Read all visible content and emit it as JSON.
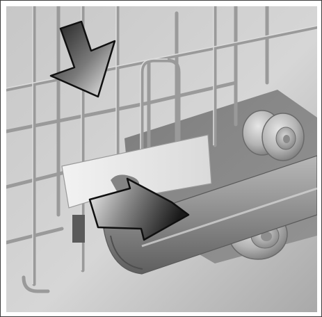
{
  "illustration": {
    "subject": "dishwasher-lower-rack-wheel-assembly",
    "style": "grayscale-technical-render",
    "arrows": [
      {
        "name": "arrow-down",
        "direction": "down"
      },
      {
        "name": "arrow-left",
        "direction": "left"
      }
    ]
  },
  "colors": {
    "background_light": "#c9c9c9",
    "background_dark": "#8a8a8a",
    "wire": "#9c9c9c",
    "wire_highlight": "#e2e2e2",
    "clip": "#ededed",
    "rail": "#8d8d8d",
    "wheel": "#bdbdbd",
    "arrow_dark": "#1e1e1e",
    "arrow_light": "#f2f2f2"
  }
}
